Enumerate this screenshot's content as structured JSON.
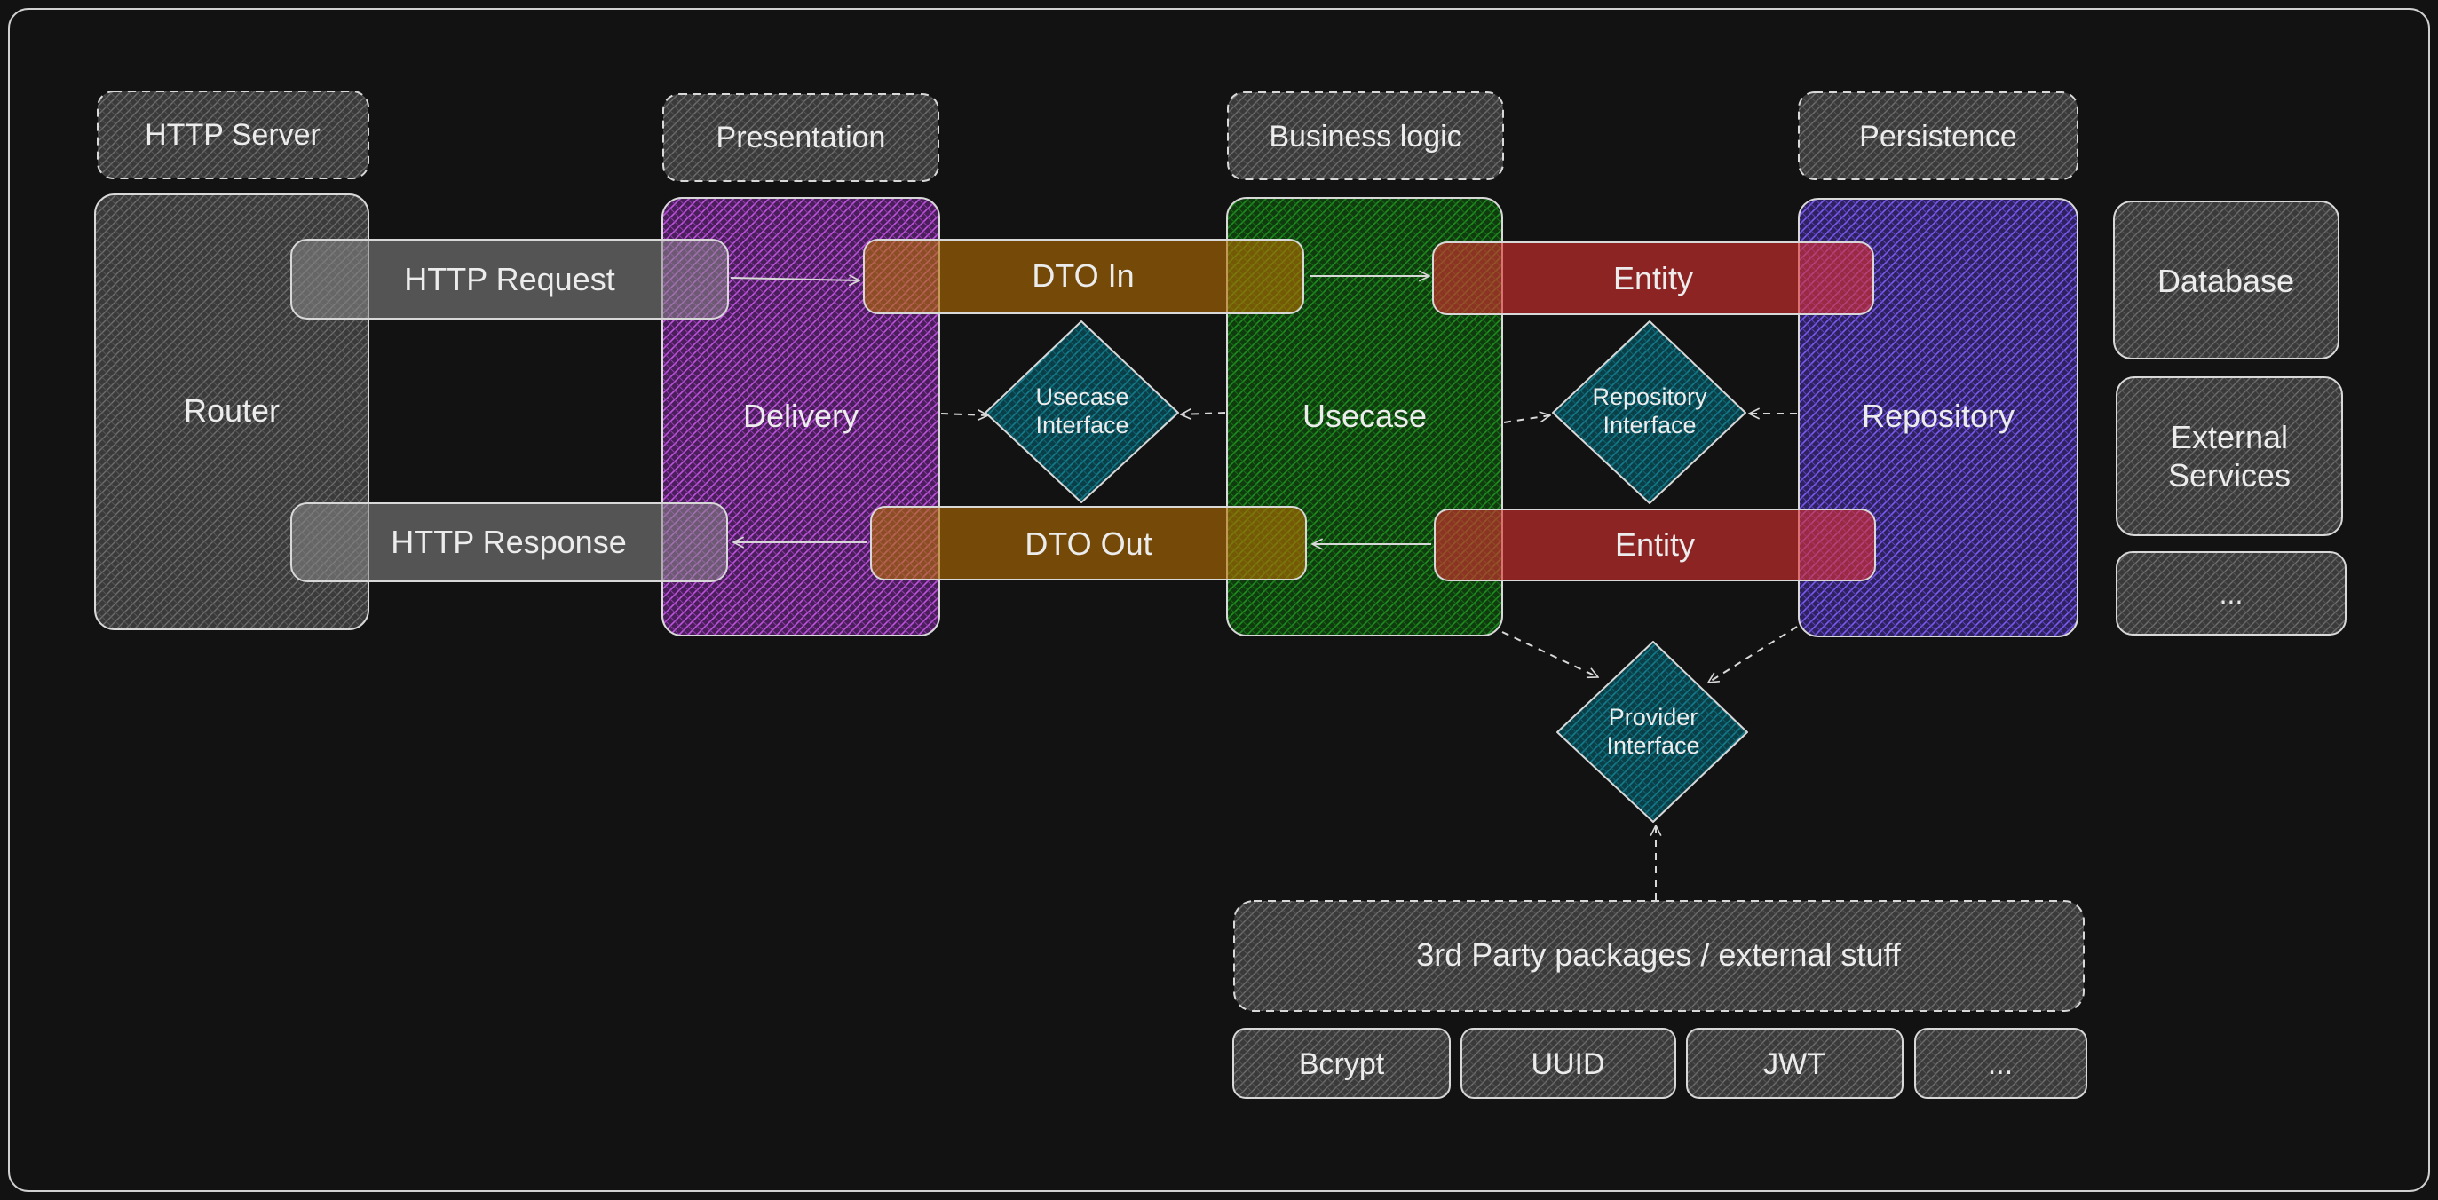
{
  "colors": {
    "background": "#121212",
    "stroke": "#d8d8d8",
    "gray_fill": "#5a5a5a",
    "purple_delivery": "#be4bdb",
    "green_usecase": "#1f8f1f",
    "violet_repository": "#7950f2",
    "orange_dto": "#b96f00",
    "red_entity": "#e03131",
    "teal_interface": "#0c8599"
  },
  "layers": {
    "http_server": "HTTP Server",
    "presentation": "Presentation",
    "business_logic": "Business logic",
    "persistence": "Persistence"
  },
  "blocks": {
    "router": "Router",
    "delivery": "Delivery",
    "usecase": "Usecase",
    "repository": "Repository"
  },
  "messages": {
    "http_request": "HTTP Request",
    "http_response": "HTTP Response",
    "dto_in": "DTO In",
    "dto_out": "DTO Out",
    "entity_top": "Entity",
    "entity_bottom": "Entity"
  },
  "interfaces": {
    "usecase": [
      "Usecase",
      "Interface"
    ],
    "repository": [
      "Repository",
      "Interface"
    ],
    "provider": [
      "Provider",
      "Interface"
    ]
  },
  "storage": {
    "database": "Database",
    "external_services": [
      "External",
      "Services"
    ],
    "more": "..."
  },
  "third_party": {
    "title": "3rd Party packages / external stuff",
    "packages": [
      "Bcrypt",
      "UUID",
      "JWT",
      "..."
    ]
  }
}
